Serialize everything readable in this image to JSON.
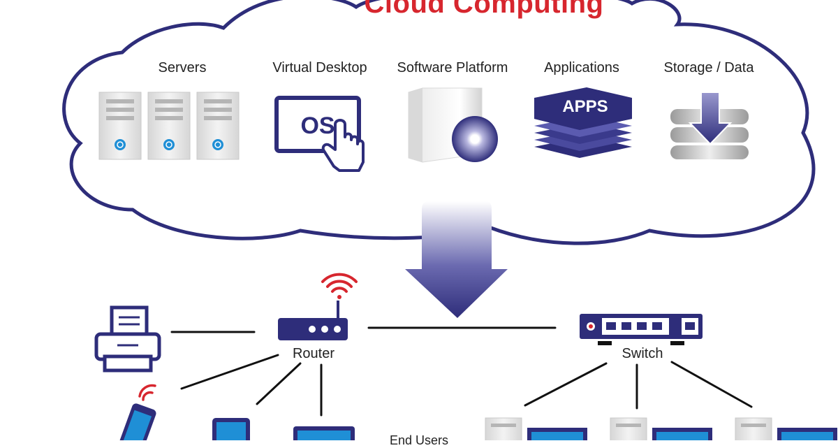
{
  "title": "Cloud Computing",
  "services": {
    "servers": "Servers",
    "virtual_desktop": "Virtual Desktop",
    "virtual_desktop_badge": "OS",
    "software_platform": "Software Platform",
    "applications": "Applications",
    "applications_badge": "APPS",
    "storage": "Storage / Data"
  },
  "network": {
    "router": "Router",
    "switch": "Switch",
    "end_users": "End Users"
  },
  "colors": {
    "accent": "#2e2d7a",
    "title": "#d7262e",
    "wifi": "#d7262e",
    "power": "#1f8fd6",
    "screen": "#1f8fd6"
  },
  "icons": [
    "server-icon",
    "os-screen-icon",
    "hand-pointer-icon",
    "software-box-icon",
    "apps-stack-icon",
    "storage-download-icon",
    "down-arrow-icon",
    "printer-icon",
    "router-icon",
    "wifi-icon",
    "switch-icon",
    "smartphone-icon",
    "tablet-icon",
    "laptop-icon",
    "desktop-computer-icon"
  ]
}
